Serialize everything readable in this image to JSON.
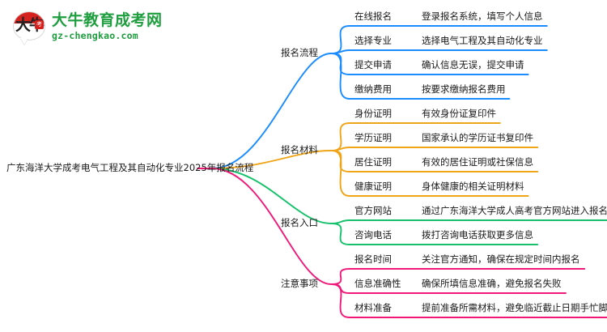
{
  "logo": {
    "mark_text": "大牛",
    "mark_seal": "考",
    "name": "大牛教育成考网",
    "url": "gz-chengkao.com",
    "brand_green": "#1e9e3e",
    "brand_red": "#d6221f"
  },
  "mindmap": {
    "root": "广东海洋大学成考电气工程及其自动化专业2025年报名流程",
    "branches": [
      {
        "label": "报名流程",
        "color": "#1a8cff",
        "children": [
          {
            "label": "在线报名",
            "desc": "登录报名系统，填写个人信息"
          },
          {
            "label": "选择专业",
            "desc": "选择电气工程及其自动化专业"
          },
          {
            "label": "提交申请",
            "desc": "确认信息无误，提交申请"
          },
          {
            "label": "缴纳费用",
            "desc": "按要求缴纳报名费用"
          }
        ]
      },
      {
        "label": "报名材料",
        "color": "#f0a417",
        "children": [
          {
            "label": "身份证明",
            "desc": "有效身份证复印件"
          },
          {
            "label": "学历证明",
            "desc": "国家承认的学历证书复印件"
          },
          {
            "label": "居住证明",
            "desc": "有效的居住证明或社保信息"
          },
          {
            "label": "健康证明",
            "desc": "身体健康的相关证明材料"
          }
        ]
      },
      {
        "label": "报名入口",
        "color": "#15c26b",
        "children": [
          {
            "label": "官方网站",
            "desc": "通过广东海洋大学成人高考官方网站进入报名系统"
          },
          {
            "label": "咨询电话",
            "desc": "拨打咨询电话获取更多信息"
          }
        ]
      },
      {
        "label": "注意事项",
        "color": "#f0197a",
        "children": [
          {
            "label": "报名时间",
            "desc": "关注官方通知，确保在规定时间内报名"
          },
          {
            "label": "信息准确性",
            "desc": "确保所填信息准确，避免报名失败"
          },
          {
            "label": "材料准备",
            "desc": "提前准备所需材料，避免临近截止日期手忙脚乱"
          }
        ]
      }
    ]
  }
}
